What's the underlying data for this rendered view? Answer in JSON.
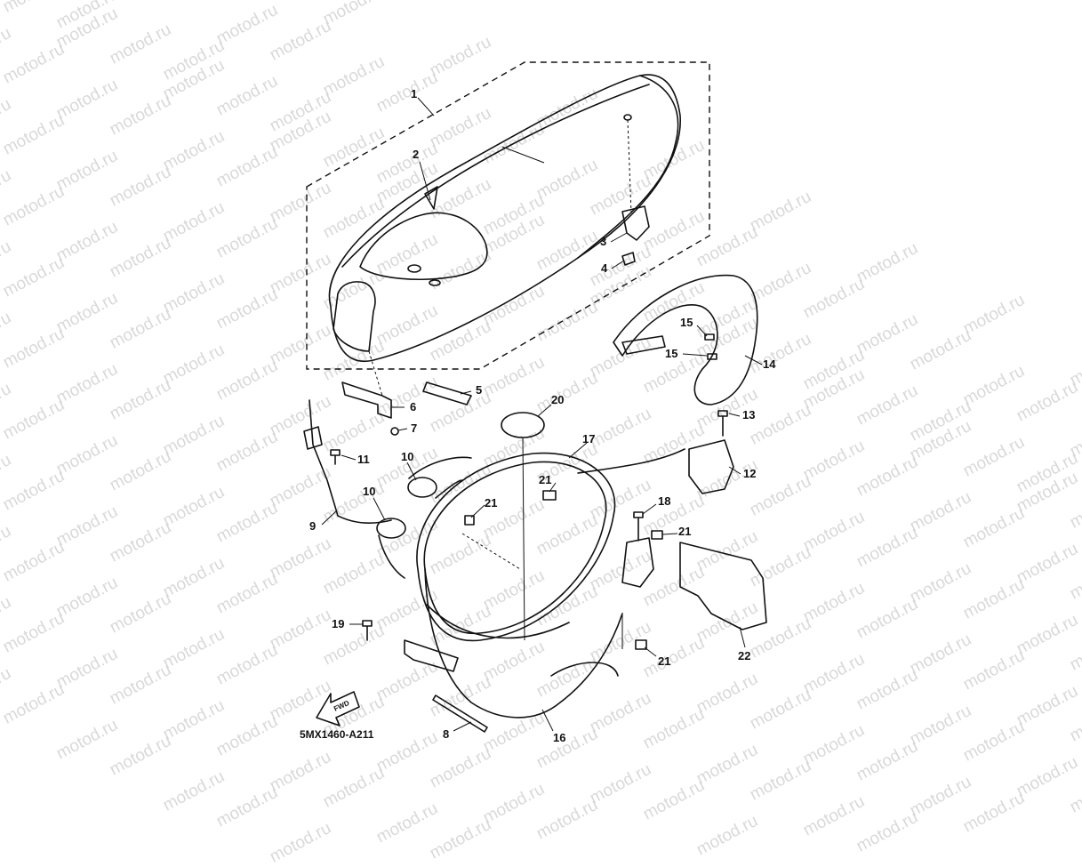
{
  "watermark": {
    "text": "motod.ru"
  },
  "diagram": {
    "code": "5MX1460-A211",
    "fwd_label": "FWD",
    "callouts": [
      {
        "id": "c1",
        "label": "1"
      },
      {
        "id": "c2",
        "label": "2"
      },
      {
        "id": "c3",
        "label": "3"
      },
      {
        "id": "c4",
        "label": "4"
      },
      {
        "id": "c5",
        "label": "5"
      },
      {
        "id": "c6",
        "label": "6"
      },
      {
        "id": "c7",
        "label": "7"
      },
      {
        "id": "c8",
        "label": "8"
      },
      {
        "id": "c9",
        "label": "9"
      },
      {
        "id": "c10a",
        "label": "10"
      },
      {
        "id": "c10b",
        "label": "10"
      },
      {
        "id": "c11",
        "label": "11"
      },
      {
        "id": "c12",
        "label": "12"
      },
      {
        "id": "c13",
        "label": "13"
      },
      {
        "id": "c14",
        "label": "14"
      },
      {
        "id": "c15a",
        "label": "15"
      },
      {
        "id": "c15b",
        "label": "15"
      },
      {
        "id": "c16",
        "label": "16"
      },
      {
        "id": "c17",
        "label": "17"
      },
      {
        "id": "c18",
        "label": "18"
      },
      {
        "id": "c19",
        "label": "19"
      },
      {
        "id": "c20",
        "label": "20"
      },
      {
        "id": "c21a",
        "label": "21"
      },
      {
        "id": "c21b",
        "label": "21"
      },
      {
        "id": "c21c",
        "label": "21"
      },
      {
        "id": "c21d",
        "label": "21"
      },
      {
        "id": "c22",
        "label": "22"
      }
    ]
  }
}
